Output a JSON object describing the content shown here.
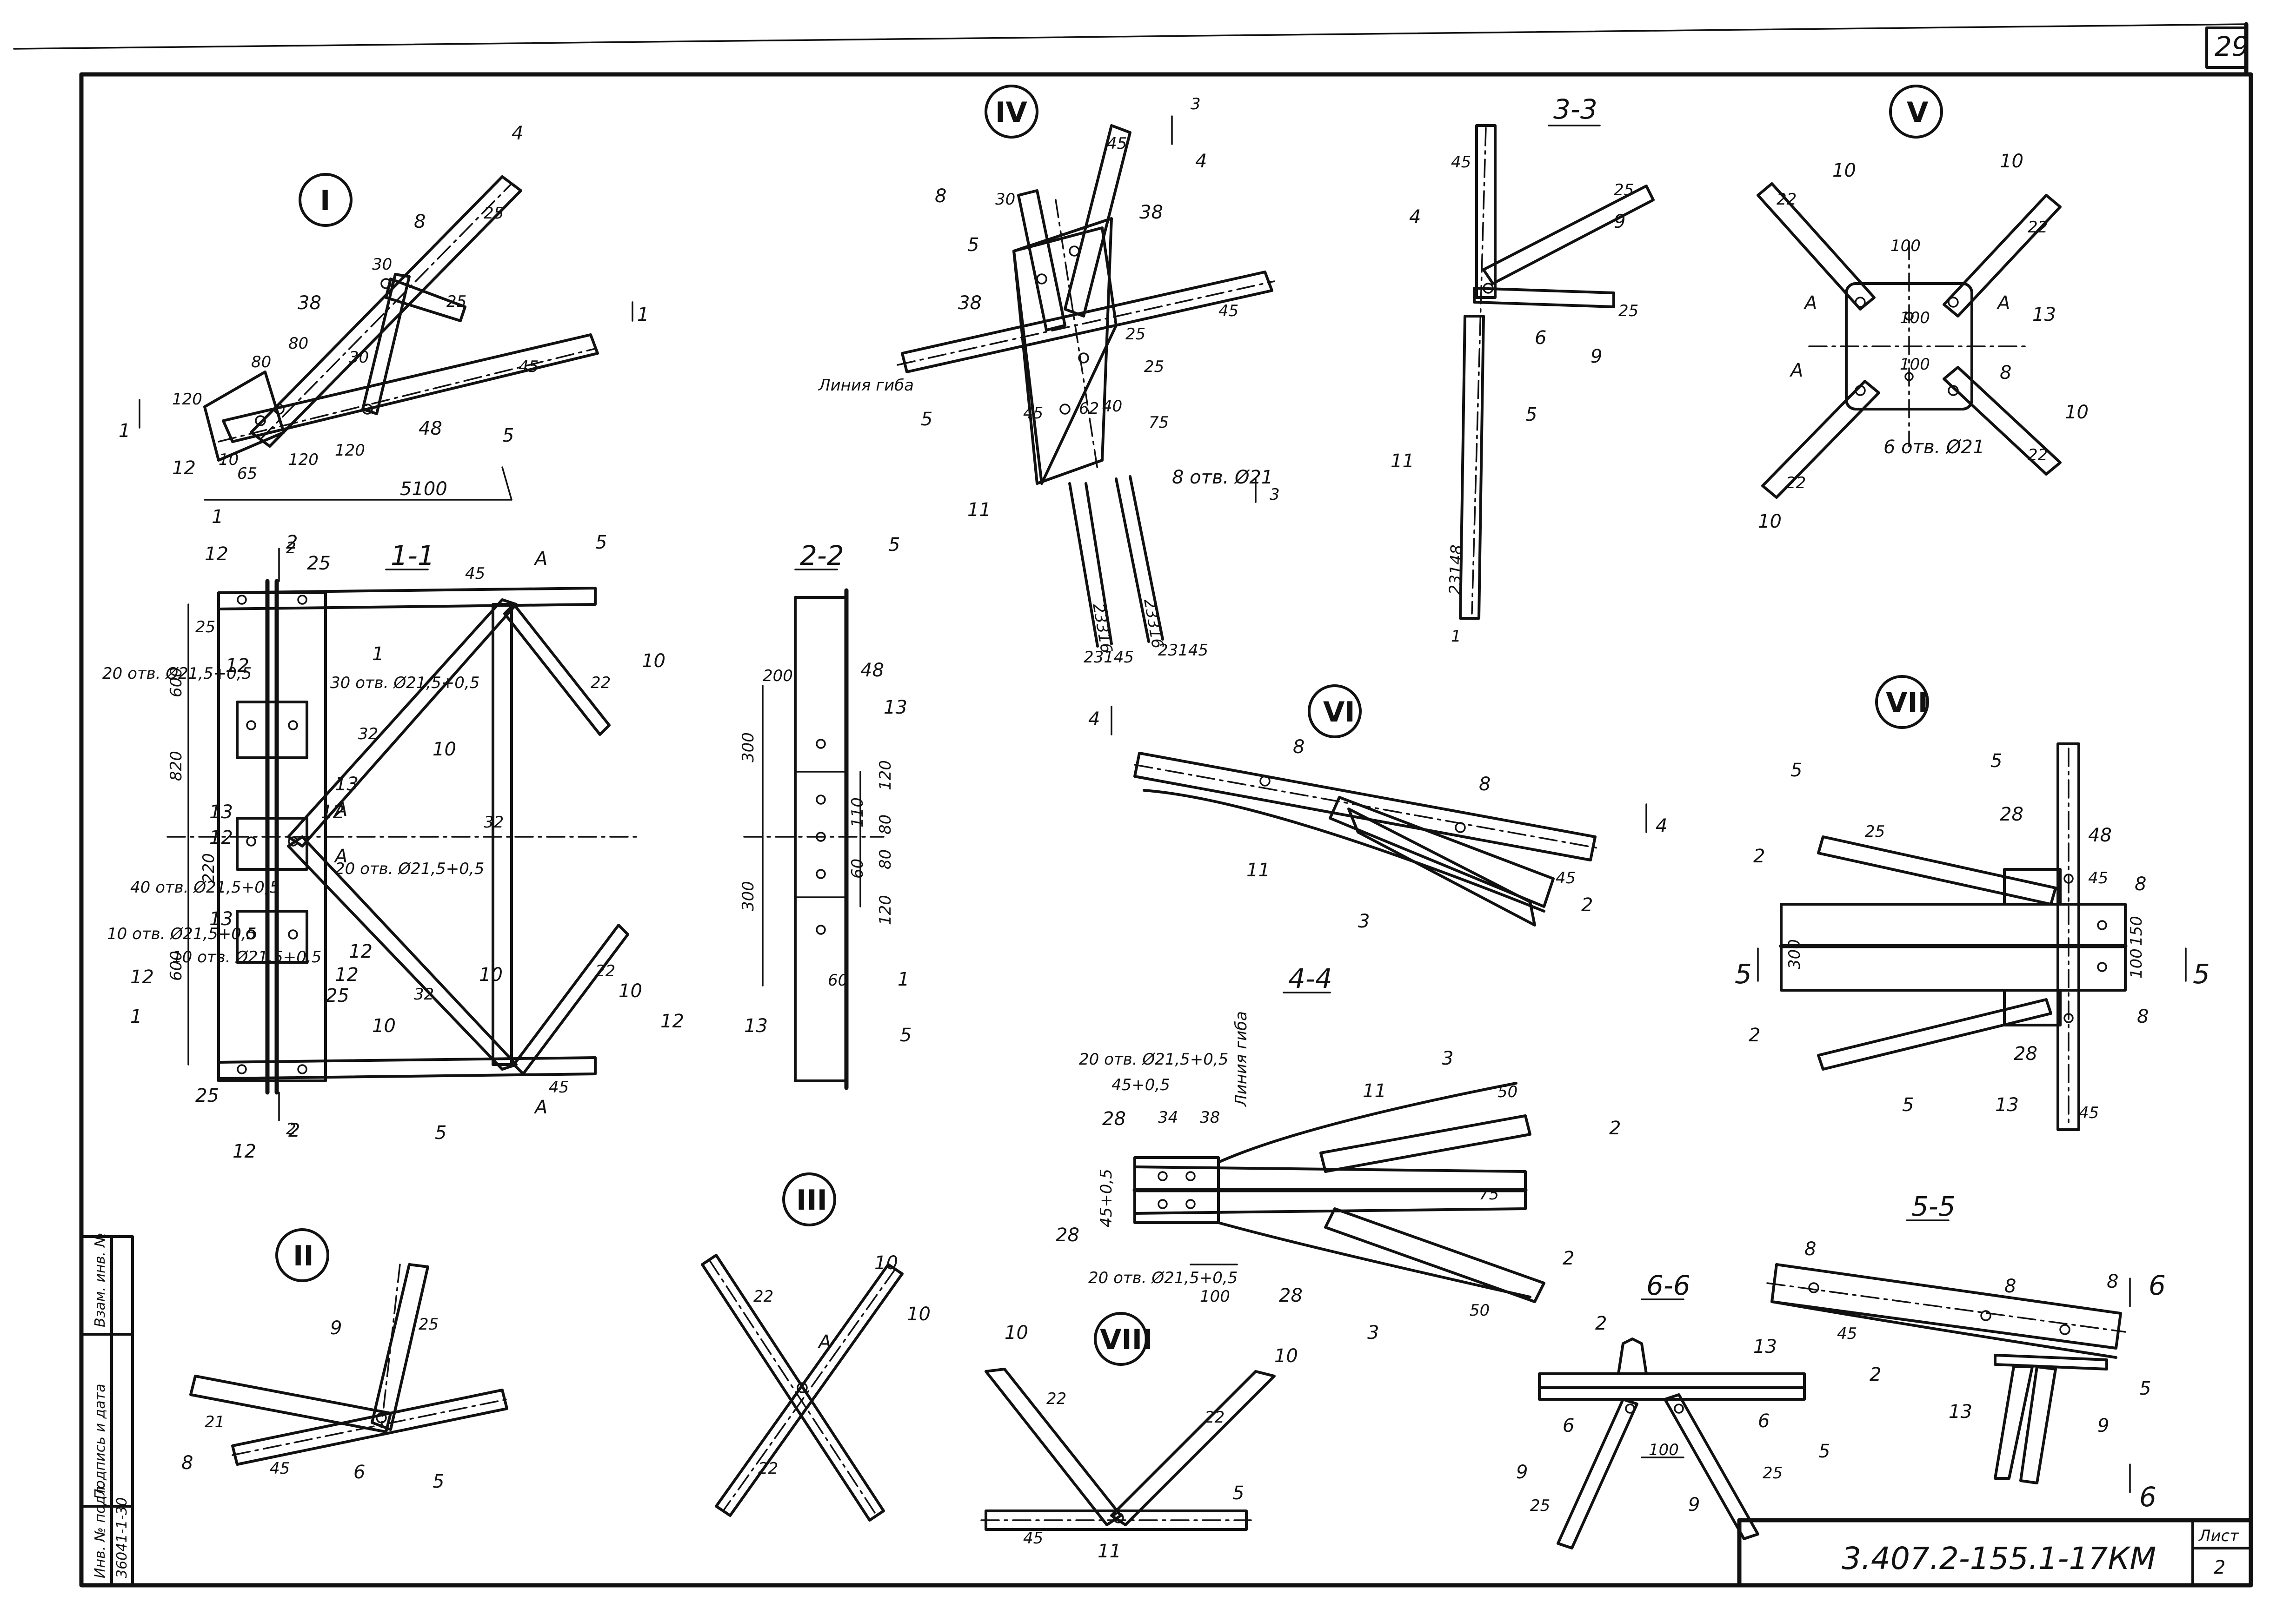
{
  "sheet": {
    "page_number": "29",
    "doc_code": "3.407.2-155.1-17КМ",
    "sheet_label": "Лист",
    "sheet_number": "2",
    "stamp_side": [
      "Инв. № подл.",
      "Подпись и дата",
      "Взам. инв. №"
    ],
    "inventory_value": "36041-1-30"
  },
  "views": {
    "node1": {
      "title": "I",
      "labels": [
        "4",
        "8",
        "38",
        "12",
        "1",
        "5",
        "48",
        "1",
        "1"
      ],
      "dims": [
        "80",
        "80",
        "30",
        "120",
        "120",
        "120",
        "65",
        "10",
        "5100",
        "25",
        "30",
        "25",
        "45"
      ]
    },
    "node4": {
      "title": "IV",
      "labels": [
        "8",
        "5",
        "38",
        "38",
        "4",
        "5",
        "11",
        "Линия гиба",
        "8 отв. Ø21",
        "3",
        "3"
      ],
      "dims": [
        "30",
        "45",
        "25",
        "25",
        "45",
        "45",
        "62",
        "40",
        "75",
        "23316",
        "23316",
        "23145",
        "23145"
      ]
    },
    "section33": {
      "title": "3-3",
      "labels": [
        "4",
        "9",
        "6",
        "9",
        "5",
        "11",
        "1"
      ],
      "dims": [
        "45",
        "25",
        "25",
        "23148"
      ]
    },
    "node5": {
      "title": "V",
      "labels": [
        "10",
        "10",
        "A",
        "A",
        "A",
        "8",
        "13",
        "10",
        "10",
        "6 отв. Ø21"
      ],
      "dims": [
        "22",
        "22",
        "100",
        "100",
        "100",
        "22",
        "22"
      ]
    },
    "section11": {
      "title": "1-1",
      "labels": [
        "12",
        "2",
        "25",
        "A",
        "5",
        "1",
        "10",
        "10",
        "13",
        "13",
        "A",
        "12",
        "12",
        "12",
        "13",
        "A",
        "12",
        "12",
        "12",
        "1",
        "25",
        "10",
        "10",
        "10",
        "25",
        "12",
        "2",
        "5",
        "A",
        "2",
        "2"
      ],
      "dims": [
        "20 отв. Ø21,5+0,5",
        "30 отв. Ø21,5+0,5",
        "40 отв. Ø21,5+0,5",
        "20 отв. Ø21,5+0,5",
        "10 отв. Ø21,5+0,5",
        "10 отв. Ø21,5+0,5",
        "25",
        "600",
        "820",
        "220",
        "600",
        "45",
        "45",
        "32",
        "32",
        "22",
        "32",
        "22"
      ]
    },
    "section22": {
      "title": "2-2",
      "labels": [
        "5",
        "48",
        "13",
        "12",
        "13",
        "1",
        "5"
      ],
      "dims": [
        "200",
        "300",
        "300",
        "120",
        "110",
        "80",
        "80",
        "120",
        "60",
        "60"
      ]
    },
    "node6": {
      "title": "VI",
      "labels": [
        "8",
        "8",
        "11",
        "3",
        "2",
        "4",
        "4"
      ],
      "dims": [
        "45"
      ]
    },
    "section44": {
      "title": "4-4"
    },
    "node7": {
      "title": "VII",
      "labels": [
        "5",
        "5",
        "28",
        "2",
        "48",
        "8",
        "8",
        "2",
        "28",
        "13",
        "5",
        "5",
        "5"
      ],
      "dims": [
        "45",
        "150",
        "100",
        "300",
        "45",
        "25"
      ]
    },
    "view44_detail": {
      "labels": [
        "20 отв. Ø21,5+0,5",
        "Линия гиба",
        "28",
        "28",
        "11",
        "3",
        "2",
        "2",
        "20 отв. Ø21,5+0,5",
        "28",
        "3"
      ],
      "dims": [
        "45+0,5",
        "34",
        "38",
        "45+0,5",
        "75",
        "50",
        "100",
        "50"
      ]
    },
    "node2": {
      "title": "II",
      "labels": [
        "9",
        "8",
        "6",
        "5"
      ],
      "dims": [
        "25",
        "21",
        "45"
      ]
    },
    "node3": {
      "title": "III",
      "labels": [
        "10",
        "A",
        "10"
      ],
      "dims": [
        "22",
        "22"
      ]
    },
    "node8": {
      "title": "VIII",
      "labels": [
        "10",
        "10",
        "5",
        "11"
      ],
      "dims": [
        "22",
        "22",
        "45"
      ]
    },
    "section66": {
      "title": "6-6",
      "labels": [
        "2",
        "13",
        "6",
        "6",
        "5",
        "9",
        "9"
      ],
      "dims": [
        "100",
        "25",
        "25"
      ]
    },
    "section55": {
      "title": "5-5",
      "labels": [
        "8",
        "8",
        "8",
        "2",
        "13",
        "5",
        "9",
        "6",
        "6"
      ],
      "dims": [
        "45"
      ]
    }
  },
  "colors": {
    "ink": "#111111",
    "paper": "#ffffff"
  }
}
